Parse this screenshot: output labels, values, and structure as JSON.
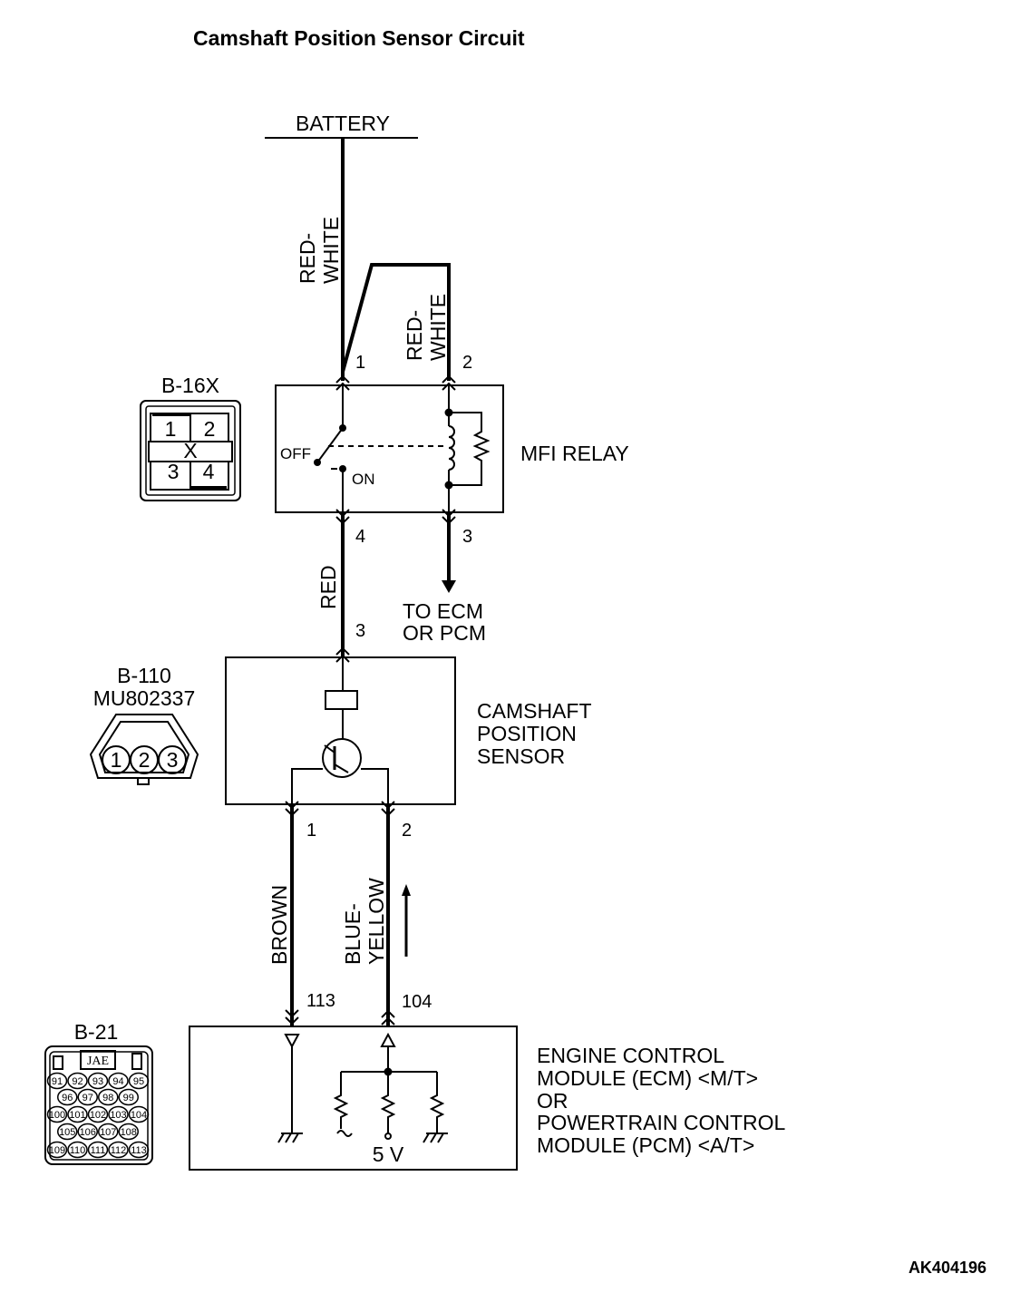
{
  "title": "Camshaft Position Sensor Circuit",
  "figure_id": "AK404196",
  "battery": {
    "label": "BATTERY"
  },
  "wires": {
    "battery_to_relay": [
      "RED-",
      "WHITE"
    ],
    "relay_pin2": [
      "RED-",
      "WHITE"
    ],
    "relay_to_sensor": "RED",
    "sensor_pin1": "BROWN",
    "sensor_pin2": [
      "BLUE-",
      "YELLOW"
    ]
  },
  "relay": {
    "label": "MFI RELAY",
    "connector": "B-16X",
    "connector_pins": [
      "1",
      "2",
      "3",
      "4"
    ],
    "connector_x": "X",
    "pins": {
      "p1": "1",
      "p2": "2",
      "p3": "3",
      "p4": "4"
    },
    "switch_off": "OFF",
    "switch_on": "ON",
    "to_ecm": [
      "TO ECM",
      "OR PCM"
    ]
  },
  "sensor": {
    "label": [
      "CAMSHAFT",
      "POSITION",
      "SENSOR"
    ],
    "connector": [
      "B-110",
      "MU802337"
    ],
    "connector_pins": [
      "1",
      "2",
      "3"
    ],
    "pins": {
      "p3": "3",
      "p1": "1",
      "p2": "2"
    }
  },
  "ecm": {
    "label": [
      "ENGINE CONTROL",
      "MODULE (ECM) <M/T>",
      "OR",
      "POWERTRAIN CONTROL",
      "MODULE (PCM) <A/T>"
    ],
    "connector": "B-21",
    "connector_brand": "JAE",
    "connector_rows": [
      [
        "91",
        "92",
        "93",
        "94",
        "95"
      ],
      [
        "96",
        "97",
        "98",
        "99"
      ],
      [
        "100",
        "101",
        "102",
        "103",
        "104"
      ],
      [
        "105",
        "106",
        "107",
        "108"
      ],
      [
        "109",
        "110",
        "111",
        "112",
        "113"
      ]
    ],
    "pins": {
      "p113": "113",
      "p104": "104"
    },
    "voltage": "5 V"
  }
}
